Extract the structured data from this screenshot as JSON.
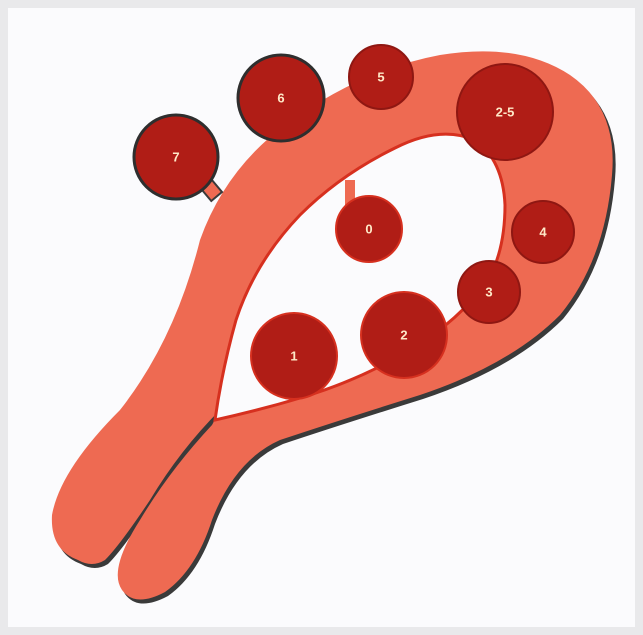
{
  "colors": {
    "page_border": "#e9e9eb",
    "canvas": "#fbfbfd",
    "body_fill": "#ee6a52",
    "body_edge": "#d6301f",
    "outline": "#3a3a3a",
    "node_fill": "#b01d16",
    "node_rim": "#8f1712",
    "label": "#ffe9c8"
  },
  "nodes": [
    {
      "id": "7",
      "label": "7"
    },
    {
      "id": "6",
      "label": "6"
    },
    {
      "id": "5",
      "label": "5"
    },
    {
      "id": "2-5",
      "label": "2-5"
    },
    {
      "id": "4",
      "label": "4"
    },
    {
      "id": "3",
      "label": "3"
    },
    {
      "id": "2",
      "label": "2"
    },
    {
      "id": "1",
      "label": "1"
    },
    {
      "id": "0",
      "label": "0"
    }
  ]
}
